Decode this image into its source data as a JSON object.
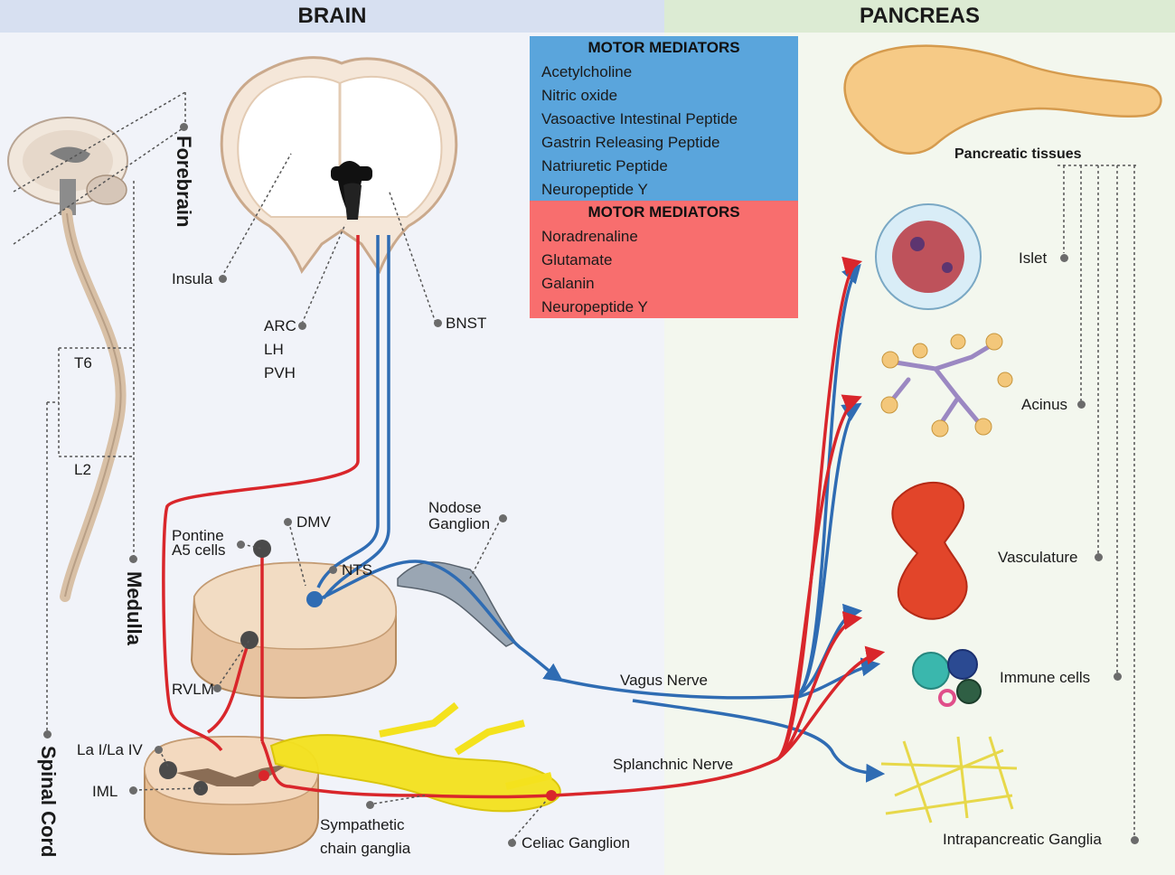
{
  "headers": {
    "brain": "BRAIN",
    "pancreas": "PANCREAS"
  },
  "regions": {
    "forebrain": "Forebrain",
    "medulla": "Medulla",
    "spinal_cord": "Spinal Cord"
  },
  "spine_levels": {
    "t6": "T6",
    "l2": "L2"
  },
  "brain_labels": {
    "insula": "Insula",
    "arc": "ARC",
    "lh": "LH",
    "pvh": "PVH",
    "bnst": "BNST"
  },
  "medulla_labels": {
    "pontine_line1": "Pontine",
    "pontine_line2": "A5 cells",
    "dmv": "DMV",
    "nts": "NTS",
    "nodose_line1": "Nodose",
    "nodose_line2": "Ganglion",
    "rvlm": "RVLM"
  },
  "spinal_labels": {
    "la": "La I/La IV",
    "iml": "IML",
    "sympathetic_line1": "Sympathetic",
    "sympathetic_line2": "chain ganglia",
    "celiac": "Celiac Ganglion"
  },
  "nerves": {
    "vagus": "Vagus Nerve",
    "splanchnic": "Splanchnic Nerve"
  },
  "parasympathetic_box": {
    "title": "MOTOR MEDIATORS",
    "items": [
      "Acetylcholine",
      "Nitric oxide",
      "Vasoactive Intestinal Peptide",
      "Gastrin Releasing Peptide",
      "Natriuretic Peptide",
      "Neuropeptide Y"
    ],
    "color": "#5aa5dc"
  },
  "sympathetic_box": {
    "title": "MOTOR MEDIATORS",
    "items": [
      "Noradrenaline",
      "Glutamate",
      "Galanin",
      "Neuropeptide Y"
    ],
    "color": "#f86e6e"
  },
  "pancreas": {
    "tissues_title": "Pancreatic tissues",
    "tissues": [
      "Islet",
      "Acinus",
      "Vasculature",
      "Immune cells",
      "Intrapancreatic Ganglia"
    ]
  },
  "colors": {
    "brain_header": "#d7e0f1",
    "pancreas_header": "#dcebd3",
    "brain_bg": "#f1f3f9",
    "pancreas_bg": "#f3f7ee",
    "parasympathetic": "#2f6cb3",
    "sympathetic": "#d9262b"
  }
}
